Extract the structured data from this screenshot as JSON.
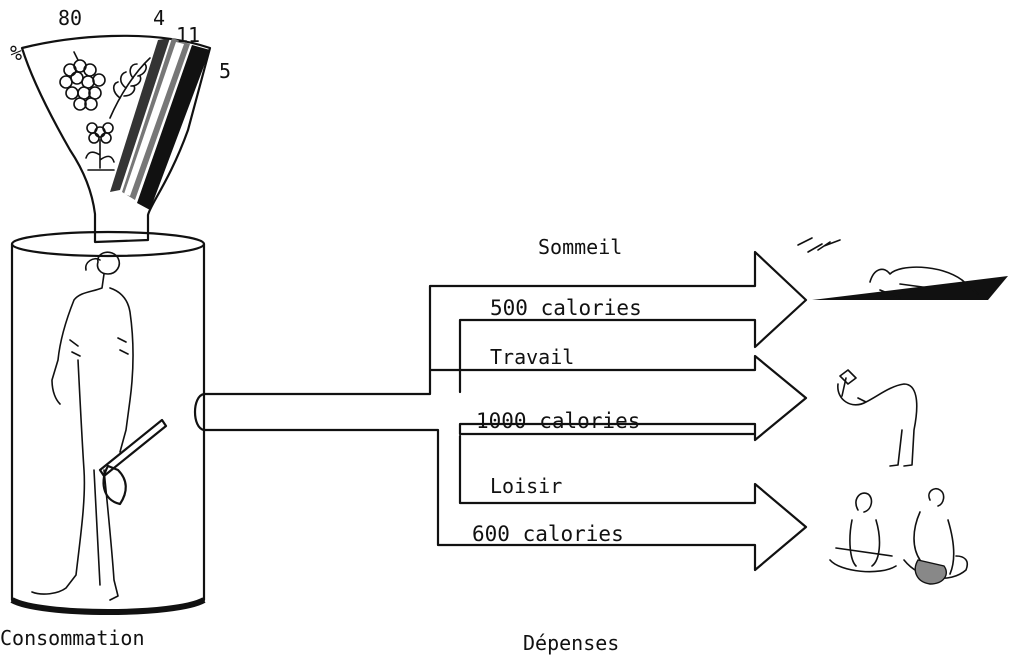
{
  "funnel": {
    "percent_sign": "%",
    "share_labels": [
      "80",
      "4",
      "11",
      "5"
    ]
  },
  "body": {
    "caption": "Consommation"
  },
  "expenses": {
    "caption": "Dépenses",
    "items": [
      {
        "activity": "Sommeil",
        "calories": "500 calories"
      },
      {
        "activity": "Travail",
        "calories": "1000 calories"
      },
      {
        "activity": "Loisir",
        "calories": "600 calories"
      }
    ]
  }
}
